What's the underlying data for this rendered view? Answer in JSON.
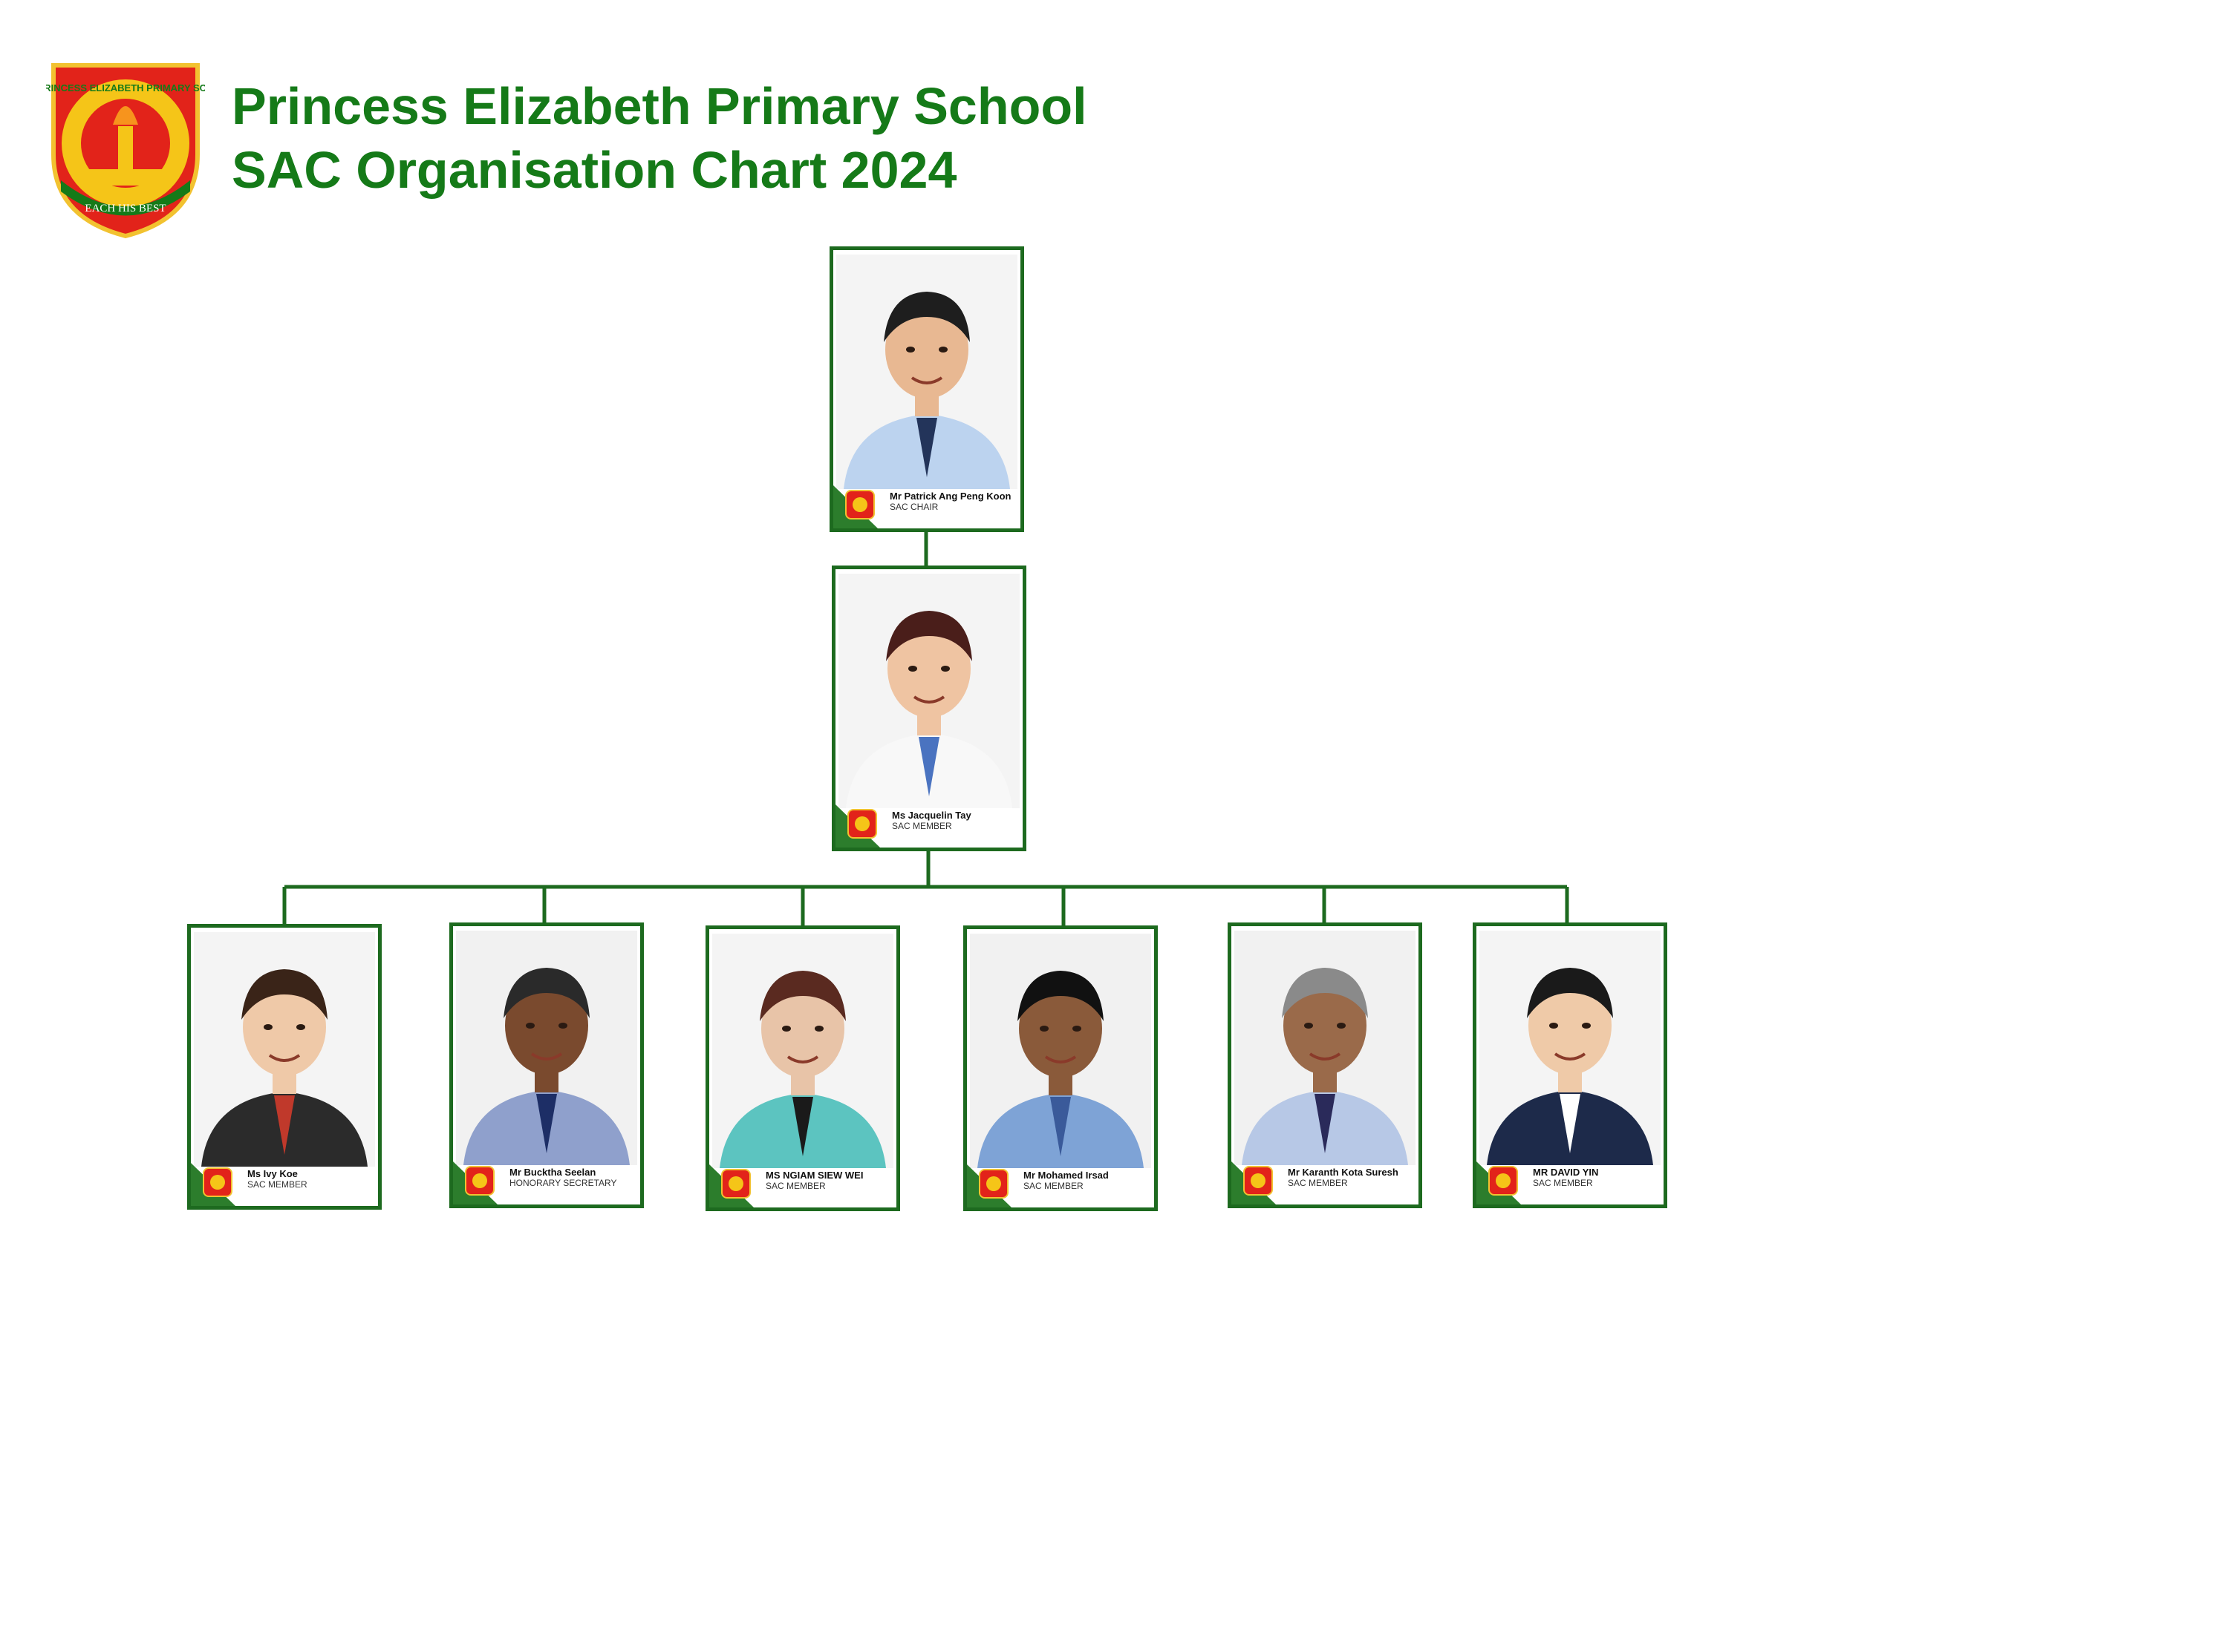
{
  "header": {
    "school_name": "Princess Elizabeth Primary School",
    "chart_title": "SAC Organisation Chart 2024",
    "logo": {
      "ring_text": "PRINCESS ELIZABETH PRIMARY SCH",
      "motto": "EACH HIS BEST"
    }
  },
  "colors": {
    "brand_green": "#157a18",
    "border_green": "#1d6a1f",
    "logo_red": "#e2231a",
    "logo_yellow": "#f5c518"
  },
  "members": [
    {
      "name": "Mr Patrick Ang Peng Koon",
      "role": "SAC CHAIR"
    },
    {
      "name": "Ms Jacquelin Tay",
      "role": "SAC MEMBER"
    },
    {
      "name": "Ms Ivy Koe",
      "role": "SAC MEMBER"
    },
    {
      "name": "Mr Bucktha Seelan",
      "role": "HONORARY SECRETARY"
    },
    {
      "name": "MS NGIAM SIEW WEI",
      "role": "SAC MEMBER"
    },
    {
      "name": "Mr Mohamed Irsad",
      "role": "SAC MEMBER"
    },
    {
      "name": "Mr Karanth Kota Suresh",
      "role": "SAC MEMBER"
    },
    {
      "name": "MR DAVID YIN",
      "role": "SAC MEMBER"
    }
  ]
}
